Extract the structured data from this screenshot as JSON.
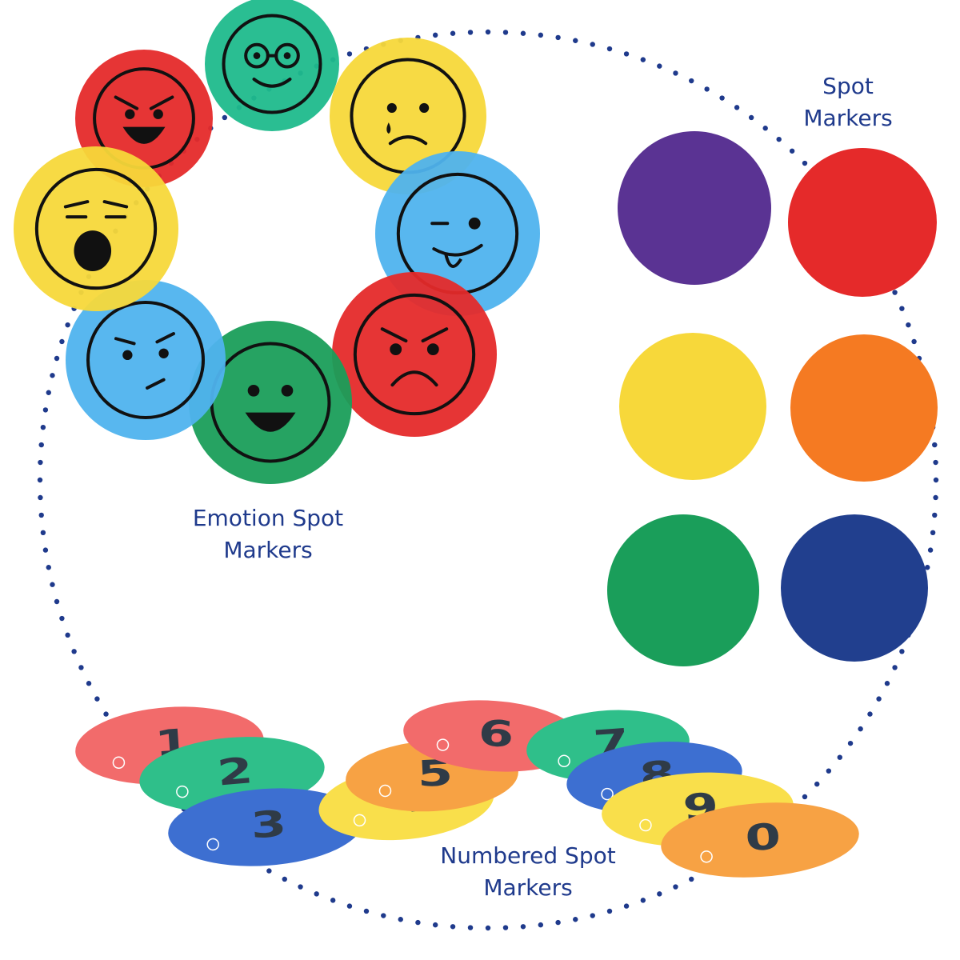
{
  "labels": {
    "spot": {
      "line1": "Spot",
      "line2": "Markers"
    },
    "emotion": {
      "line1": "Emotion Spot",
      "line2": "Markers"
    },
    "numbered": {
      "line1": "Numbered Spot",
      "line2": "Markers"
    }
  },
  "colors": {
    "label_text": "#1f3a8c",
    "dots": "#1f3a8c",
    "red": "#e52a2a",
    "teal": "#1fba8c",
    "yellow": "#f7d83a",
    "light_blue": "#4fb3ee",
    "green": "#1a9e5a",
    "purple": "#5a3393",
    "orange": "#f57a22",
    "navy": "#213f8e",
    "num_red": "#f26b6b",
    "num_green": "#2fbf8a",
    "num_blue": "#3d6fd1",
    "num_orange": "#f7a244",
    "num_yellow": "#f9df4b"
  },
  "emotion_markers": [
    {
      "color": "red",
      "face": "angry-laughing"
    },
    {
      "color": "teal",
      "face": "glasses-smile"
    },
    {
      "color": "yellow",
      "face": "crying-sad"
    },
    {
      "color": "light_blue",
      "face": "tongue-wink"
    },
    {
      "color": "red",
      "face": "angry-frown"
    },
    {
      "color": "green",
      "face": "happy-open-mouth"
    },
    {
      "color": "light_blue",
      "face": "worried-unsure"
    },
    {
      "color": "yellow",
      "face": "yawning-tired"
    }
  ],
  "spot_markers": [
    {
      "color": "purple"
    },
    {
      "color": "red"
    },
    {
      "color": "yellow"
    },
    {
      "color": "orange"
    },
    {
      "color": "green"
    },
    {
      "color": "navy"
    }
  ],
  "numbered_markers": [
    {
      "number": "1",
      "color": "num_red"
    },
    {
      "number": "2",
      "color": "num_green"
    },
    {
      "number": "3",
      "color": "num_blue"
    },
    {
      "number": "4",
      "color": "num_yellow"
    },
    {
      "number": "5",
      "color": "num_orange"
    },
    {
      "number": "6",
      "color": "num_red"
    },
    {
      "number": "7",
      "color": "num_green"
    },
    {
      "number": "8",
      "color": "num_blue"
    },
    {
      "number": "9",
      "color": "num_yellow"
    },
    {
      "number": "0",
      "color": "num_orange"
    }
  ]
}
